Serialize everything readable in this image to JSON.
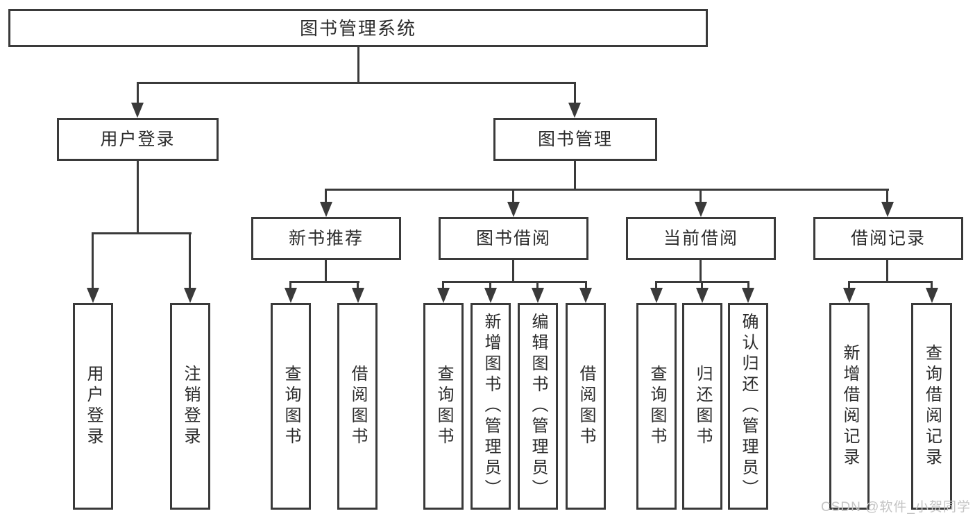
{
  "diagram": {
    "root": "图书管理系统",
    "branches": [
      "用户登录",
      "图书管理"
    ],
    "modules": [
      "新书推荐",
      "图书借阅",
      "当前借阅",
      "借阅记录"
    ],
    "leaves": [
      [
        "用户登录",
        "注销登录"
      ],
      [
        "查询图书",
        "借阅图书"
      ],
      [
        "查询图书",
        "新增图书（管理员）",
        "编辑图书（管理员）",
        "借阅图书"
      ],
      [
        "查询图书",
        "归还图书",
        "确认归还（管理员）"
      ],
      [
        "新增借阅记录",
        "查询借阅记录"
      ]
    ],
    "watermark": "CSDN @软件_小贺同学",
    "colors": {
      "line": "#3a3a3a",
      "text": "#2b2b2b",
      "background": "#ffffff",
      "watermark": "#c4c4c4"
    }
  }
}
